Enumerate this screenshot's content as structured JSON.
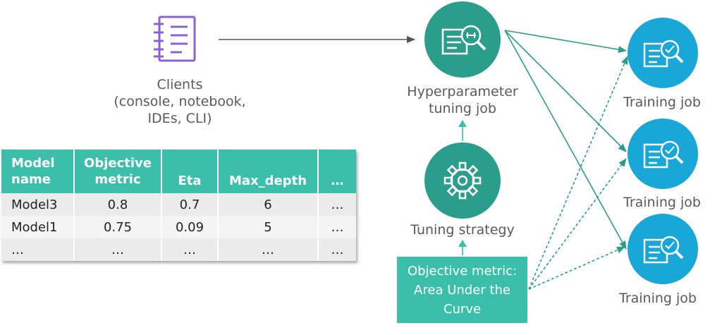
{
  "clients": {
    "line1": "Clients",
    "line2": "(console, notebook,",
    "line3": "IDEs, CLI)"
  },
  "tuning_job": {
    "line1": "Hyperparameter",
    "line2": "tuning job"
  },
  "tuning_strategy": {
    "label": "Tuning strategy"
  },
  "objective_box": {
    "line1": "Objective metric:",
    "line2": "Area Under the",
    "line3": "Curve"
  },
  "training_jobs": [
    {
      "label": "Training job"
    },
    {
      "label": "Training job"
    },
    {
      "label": "Training job"
    }
  ],
  "table": {
    "headers": [
      {
        "line1": "Model",
        "line2": "name"
      },
      {
        "line1": "Objective",
        "line2": "metric"
      },
      {
        "line1": "Eta",
        "line2": ""
      },
      {
        "line1": "Max_depth",
        "line2": ""
      },
      {
        "line1": "…",
        "line2": ""
      }
    ],
    "rows": [
      [
        "Model3",
        "0.8",
        "0.7",
        "6",
        "…"
      ],
      [
        "Model1",
        "0.75",
        "0.09",
        "5",
        "…"
      ],
      [
        "…",
        "…",
        "…",
        "…",
        "…"
      ]
    ]
  },
  "colors": {
    "teal_dark": "#2b9d8b",
    "teal_light": "#3bbfaa",
    "blue": "#19a7d8",
    "purple": "#8a63d2",
    "arrow_gray": "#555555"
  },
  "icons": {
    "clients": "notebook-icon",
    "tuning_job": "document-wrench-magnifier-icon",
    "tuning_strategy": "gear-icon",
    "training_job": "document-check-magnifier-icon"
  }
}
